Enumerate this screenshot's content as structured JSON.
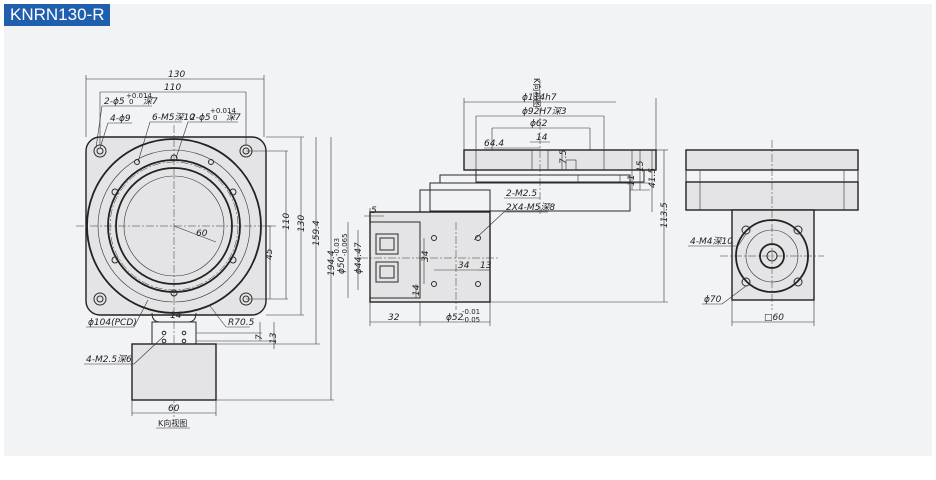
{
  "title": "KNRN130-R",
  "colors": {
    "title_bg": "#1f5fae",
    "panel_bg": "#f2f3f5",
    "line": "#222222"
  },
  "front_view": {
    "dim_130": "130",
    "dim_110": "110",
    "note_pin_top": "2-ϕ5",
    "note_pin_top_tol": "+0.014",
    "note_pin_top_tol2": "0",
    "note_pin_top_depth": "深7",
    "note_4_phi9": "4-ϕ9",
    "note_6_m5": "6-M5深10",
    "note_pin_mid": "2-ϕ5",
    "note_pin_mid_tol": "+0.014",
    "note_pin_mid_tol2": "0",
    "note_pin_mid_depth": "深7",
    "dim_60_center": "60",
    "dim_45": "45",
    "dim_110_v": "110",
    "dim_130_v": "130",
    "dim_159_4": "159.4",
    "dim_194_4": "194.4",
    "note_pcd": "ϕ104(PCD)",
    "note_r70_5": "R70.5",
    "dim_14": "14",
    "dim_7": "7",
    "dim_13": "13",
    "note_m2_5": "4-M2.5深6",
    "dim_60_bottom": "60",
    "view_label": "K向视图"
  },
  "side_view": {
    "view_label_top": "K向视图",
    "dim_114h7": "ϕ114h7",
    "dim_92h7": "ϕ92H7深3",
    "dim_62": "ϕ62",
    "dim_14": "14",
    "dim_64_4": "64.4",
    "dim_7_5": "7.5",
    "dim_11": "11",
    "dim_15": "15",
    "dim_41_5": "41.5",
    "dim_113_5": "113.5",
    "note_m2_5": "2-M2.5",
    "note_m5": "2X4-M5深8",
    "dim_5": "5",
    "dim_50": "ϕ50",
    "dim_50_tol": "-0.03",
    "dim_50_tol2": "-0.065",
    "dim_44_47": "ϕ44.47",
    "dim_34": "34",
    "dim_34_h": "34",
    "dim_13": "13",
    "dim_32": "32",
    "dim_52": "ϕ52",
    "dim_52_tol": "-0.01",
    "dim_52_tol2": "-0.05"
  },
  "end_view": {
    "note_m4": "4-M4深10",
    "dim_70": "ϕ70",
    "dim_60_sq": "□60"
  }
}
